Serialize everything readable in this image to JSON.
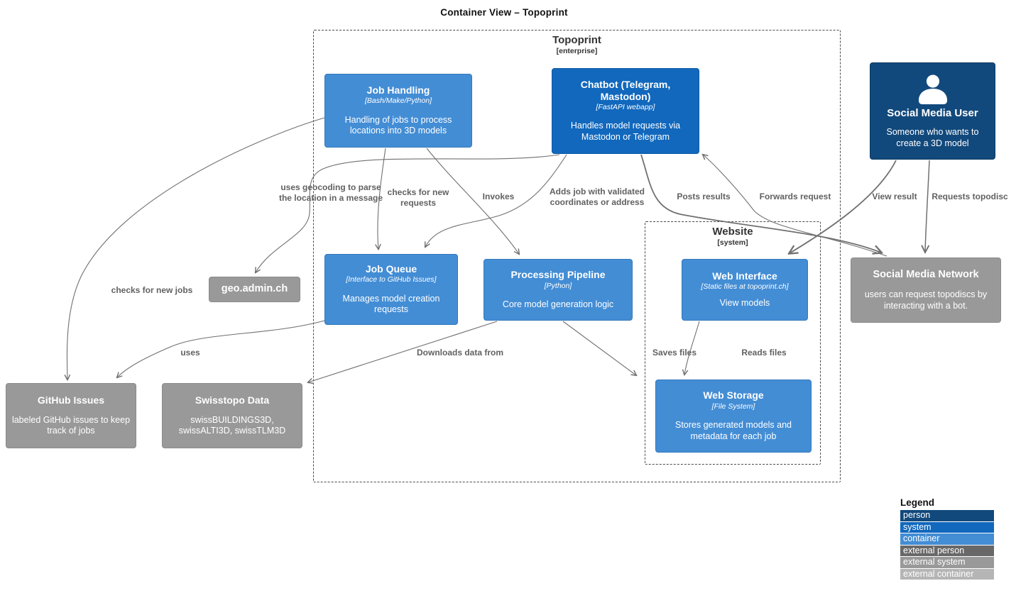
{
  "title": "Container View – Topoprint",
  "boundaries": {
    "topoprint": {
      "name": "Topoprint",
      "type": "[enterprise]"
    },
    "website": {
      "name": "Website",
      "type": "[system]"
    }
  },
  "nodes": {
    "job_handling": {
      "title": "Job Handling",
      "tech": "[Bash/Make/Python]",
      "desc": "Handling of jobs to process locations into 3D models"
    },
    "chatbot": {
      "title": "Chatbot (Telegram, Mastodon)",
      "tech": "[FastAPI webapp]",
      "desc": "Handles model requests via Mastodon or Telegram"
    },
    "social_media_user": {
      "title": "Social Media User",
      "desc": "Someone who wants to create a 3D model"
    },
    "geo_admin": {
      "title": "geo.admin.ch"
    },
    "job_queue": {
      "title": "Job Queue",
      "tech": "[Interface to GitHub Issues]",
      "desc": "Manages model creation requests"
    },
    "processing_pipeline": {
      "title": "Processing Pipeline",
      "tech": "[Python]",
      "desc": "Core model generation logic"
    },
    "web_interface": {
      "title": "Web Interface",
      "tech": "[Static files at topoprint.ch]",
      "desc": "View models"
    },
    "web_storage": {
      "title": "Web Storage",
      "tech": "[File System]",
      "desc": "Stores generated models and metadata for each job"
    },
    "social_media_network": {
      "title": "Social Media Network",
      "desc": "users can request topodiscs by interacting with a bot."
    },
    "github_issues": {
      "title": "GitHub Issues",
      "desc": "labeled GitHub issues to keep track of jobs"
    },
    "swisstopo_data": {
      "title": "Swisstopo Data",
      "desc": "swissBUILDINGS3D, swissALTI3D, swissTLM3D"
    }
  },
  "edges": {
    "geocoding": {
      "label": "uses geocoding to parse the location in a message"
    },
    "checks_requests": {
      "label": "checks for new requests"
    },
    "invokes": {
      "label": "Invokes"
    },
    "adds_job": {
      "label": "Adds job with validated coordinates or address"
    },
    "posts_results": {
      "label": "Posts results"
    },
    "forwards_request": {
      "label": "Forwards request"
    },
    "view_result": {
      "label": "View result"
    },
    "requests_topodisc": {
      "label": "Requests topodisc"
    },
    "checks_jobs": {
      "label": "checks for new jobs"
    },
    "uses": {
      "label": "uses"
    },
    "downloads": {
      "label": "Downloads data from"
    },
    "saves_files": {
      "label": "Saves files"
    },
    "reads_files": {
      "label": "Reads files"
    }
  },
  "legend": {
    "title": "Legend",
    "items": [
      {
        "label": "person",
        "style": "background:#12497C"
      },
      {
        "label": "system",
        "style": "background:#1168BD"
      },
      {
        "label": "container",
        "style": "background:#438DD5"
      },
      {
        "label": "external person",
        "style": "background:#686868"
      },
      {
        "label": "external system",
        "style": "background:#999999"
      },
      {
        "label": "external container",
        "style": "background:#B5B5B5"
      }
    ]
  },
  "colors": {
    "person": "#12497C",
    "system": "#1168BD",
    "container": "#438DD5",
    "external_person": "#686868",
    "external_system": "#999999",
    "external_container": "#B5B5B5",
    "arrow": "#707070",
    "edge_label_text": "#616161"
  }
}
